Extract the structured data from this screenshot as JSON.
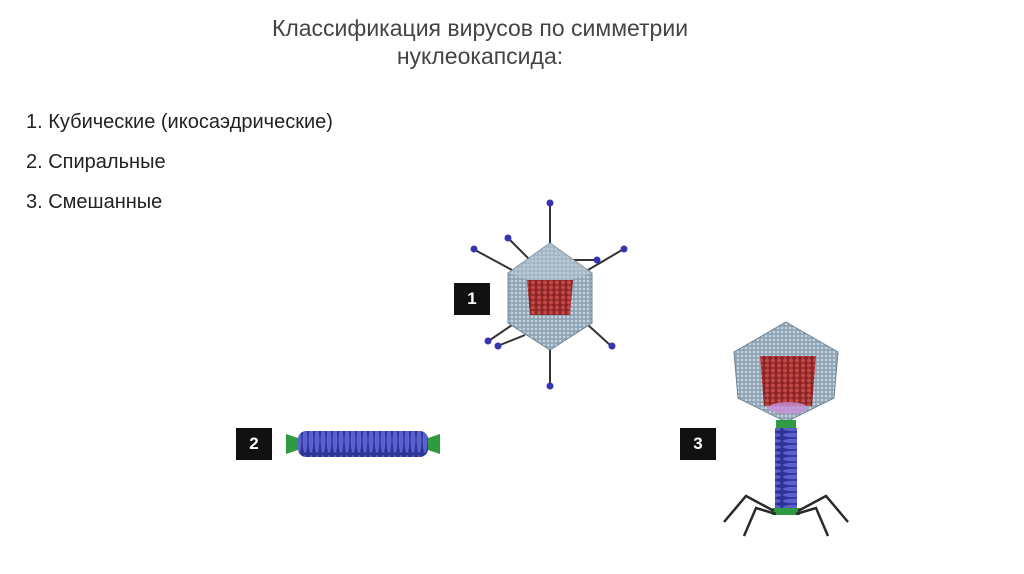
{
  "slide": {
    "title_line1": "Классификация вирусов по симметрии",
    "title_line2": "нуклеокапсида:",
    "items": [
      "1. Кубические (икосаэдрические)",
      "2. Спиральные",
      "3. Смешанные"
    ]
  },
  "figures": [
    {
      "label": "1",
      "icon": "icosahedral-virus"
    },
    {
      "label": "2",
      "icon": "helical-virus"
    },
    {
      "label": "3",
      "icon": "bacteriophage"
    }
  ],
  "colors": {
    "capsid": "#9aaebb",
    "nucleic": "#a83232",
    "helix": "#3a3fae",
    "collar": "#2f9a3f",
    "fiber_tip": "#3535b0"
  }
}
